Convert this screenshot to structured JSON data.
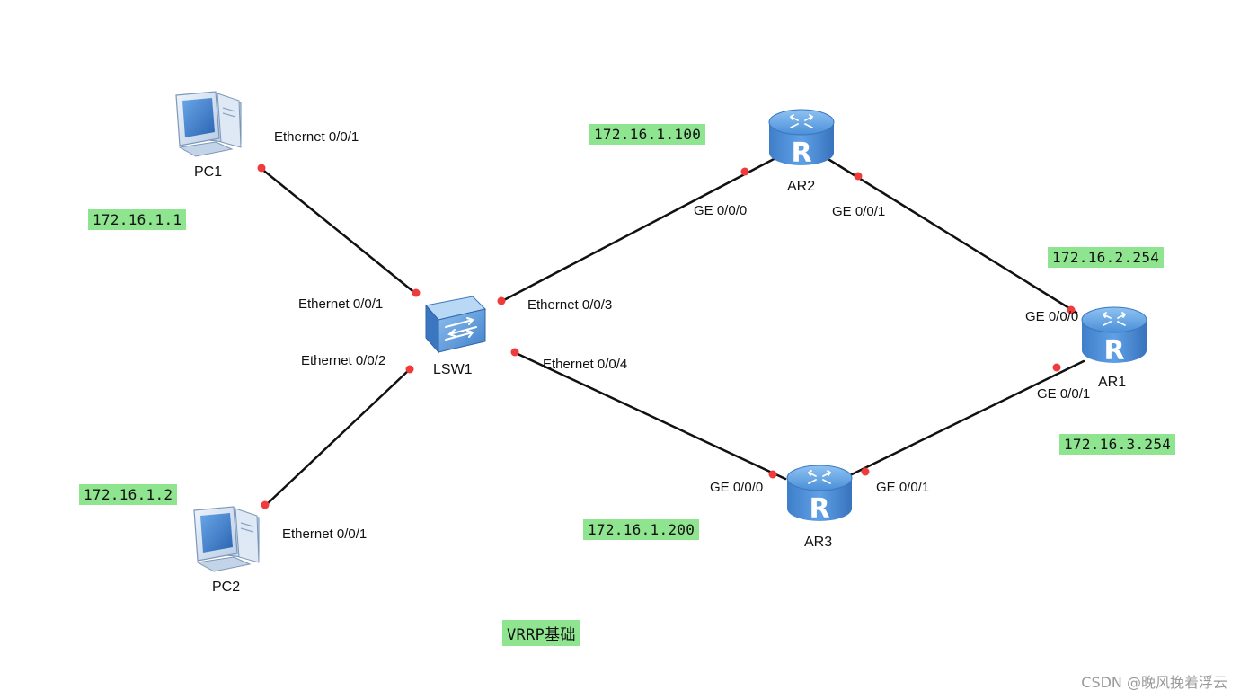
{
  "title": "VRRP基础",
  "watermark": "CSDN @晚风挽着浮云",
  "colors": {
    "ip_bg": "#8fe48f",
    "port_dot": "#ef3b3b",
    "router": "#4b8ed6",
    "link": "#111111"
  },
  "devices": {
    "pc1": {
      "name": "PC1",
      "icon": "pc-icon"
    },
    "pc2": {
      "name": "PC2",
      "icon": "pc-icon"
    },
    "lsw1": {
      "name": "LSW1",
      "icon": "switch-icon"
    },
    "ar1": {
      "name": "AR1",
      "icon": "router-icon"
    },
    "ar2": {
      "name": "AR2",
      "icon": "router-icon"
    },
    "ar3": {
      "name": "AR3",
      "icon": "router-icon"
    }
  },
  "ip_labels": {
    "pc1": "172.16.1.1",
    "pc2": "172.16.1.2",
    "ar2": "172.16.1.100",
    "ar3": "172.16.1.200",
    "ar1_g0": "172.16.2.254",
    "ar1_g1": "172.16.3.254"
  },
  "ports": {
    "pc1_e1": "Ethernet 0/0/1",
    "lsw_e1": "Ethernet 0/0/1",
    "lsw_e2": "Ethernet 0/0/2",
    "lsw_e3": "Ethernet 0/0/3",
    "lsw_e4": "Ethernet 0/0/4",
    "pc2_e1": "Ethernet 0/0/1",
    "ar2_g0": "GE 0/0/0",
    "ar2_g1": "GE 0/0/1",
    "ar1_g0": "GE 0/0/0",
    "ar1_g1": "GE 0/0/1",
    "ar3_g0": "GE 0/0/0",
    "ar3_g1": "GE 0/0/1"
  }
}
